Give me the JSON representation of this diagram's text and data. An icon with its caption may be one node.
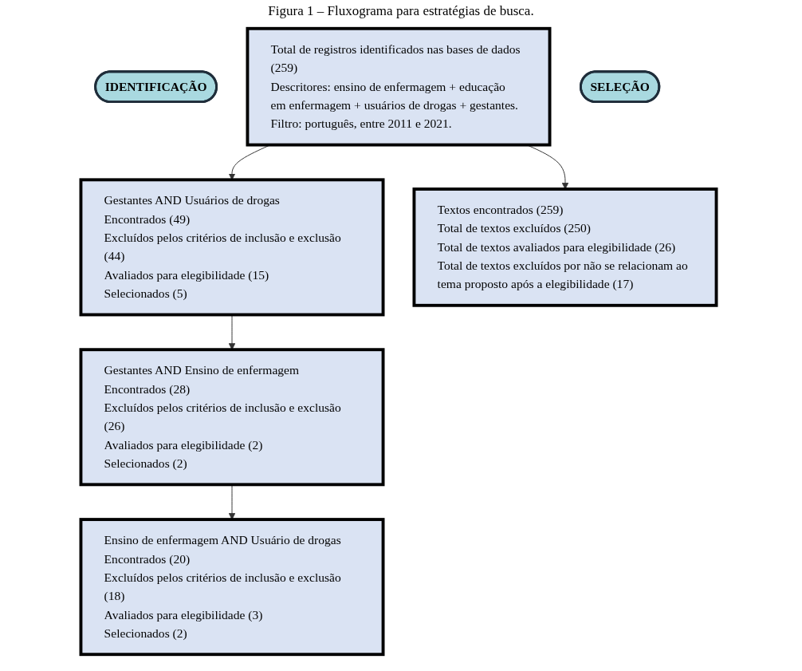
{
  "diagram": {
    "title": "Figura 1 – Fluxograma para estratégias de busca.",
    "nodes": [
      {
        "text": [
          "IDENTIFICAÇÃO"
        ]
      },
      {
        "text": [
          "Total de registros identificados nas bases de dados (259)",
          "Descritores: ensino de enfermagem + educação em enfermagem + usuários de drogas + gestantes.",
          "Filtro: português, entre 2011 e 2021."
        ]
      },
      {
        "text": [
          "Gestantes AND Usuários de drogas",
          "Encontrados (49)",
          "Excluídos pelos critérios de inclusão e exclusão (44)",
          "Avaliados para elegibilidade (15)",
          "Selecionados (5)"
        ]
      },
      {
        "text": [
          "Gestantes AND Ensino de enfermagem",
          "Encontrados (28)",
          "Excluídos pelos critérios de inclusão e exclusão (26)",
          "Avaliados para elegibilidade (2)",
          "Selecionados (2)"
        ]
      },
      {
        "text": [
          "SELEÇÃO"
        ]
      },
      {
        "text": [
          "Textos encontrados (259)",
          "Total de textos excluídos (250)",
          "Total de textos avaliados para elegibilidade (26)",
          "Total de textos excluídos por não se relacionam ao tema proposto após a elegibilidade (17)"
        ]
      },
      {
        "text": [
          "Ensino de enfermagem AND Usuário de drogas",
          "Encontrados (20)",
          "Excluídos pelos critérios de inclusão e exclusão (18)",
          "Avaliados para elegibilidade (3)",
          "Selecionados (2)"
        ]
      }
    ],
    "edges": [
      {
        "from": 1,
        "to": 2,
        "arrow": "to"
      },
      {
        "from": 2,
        "to": 3,
        "arrow": "to"
      },
      {
        "from": 3,
        "to": 6,
        "arrow": "to"
      },
      {
        "from": 1,
        "to": 5,
        "arrow": "to"
      }
    ]
  }
}
